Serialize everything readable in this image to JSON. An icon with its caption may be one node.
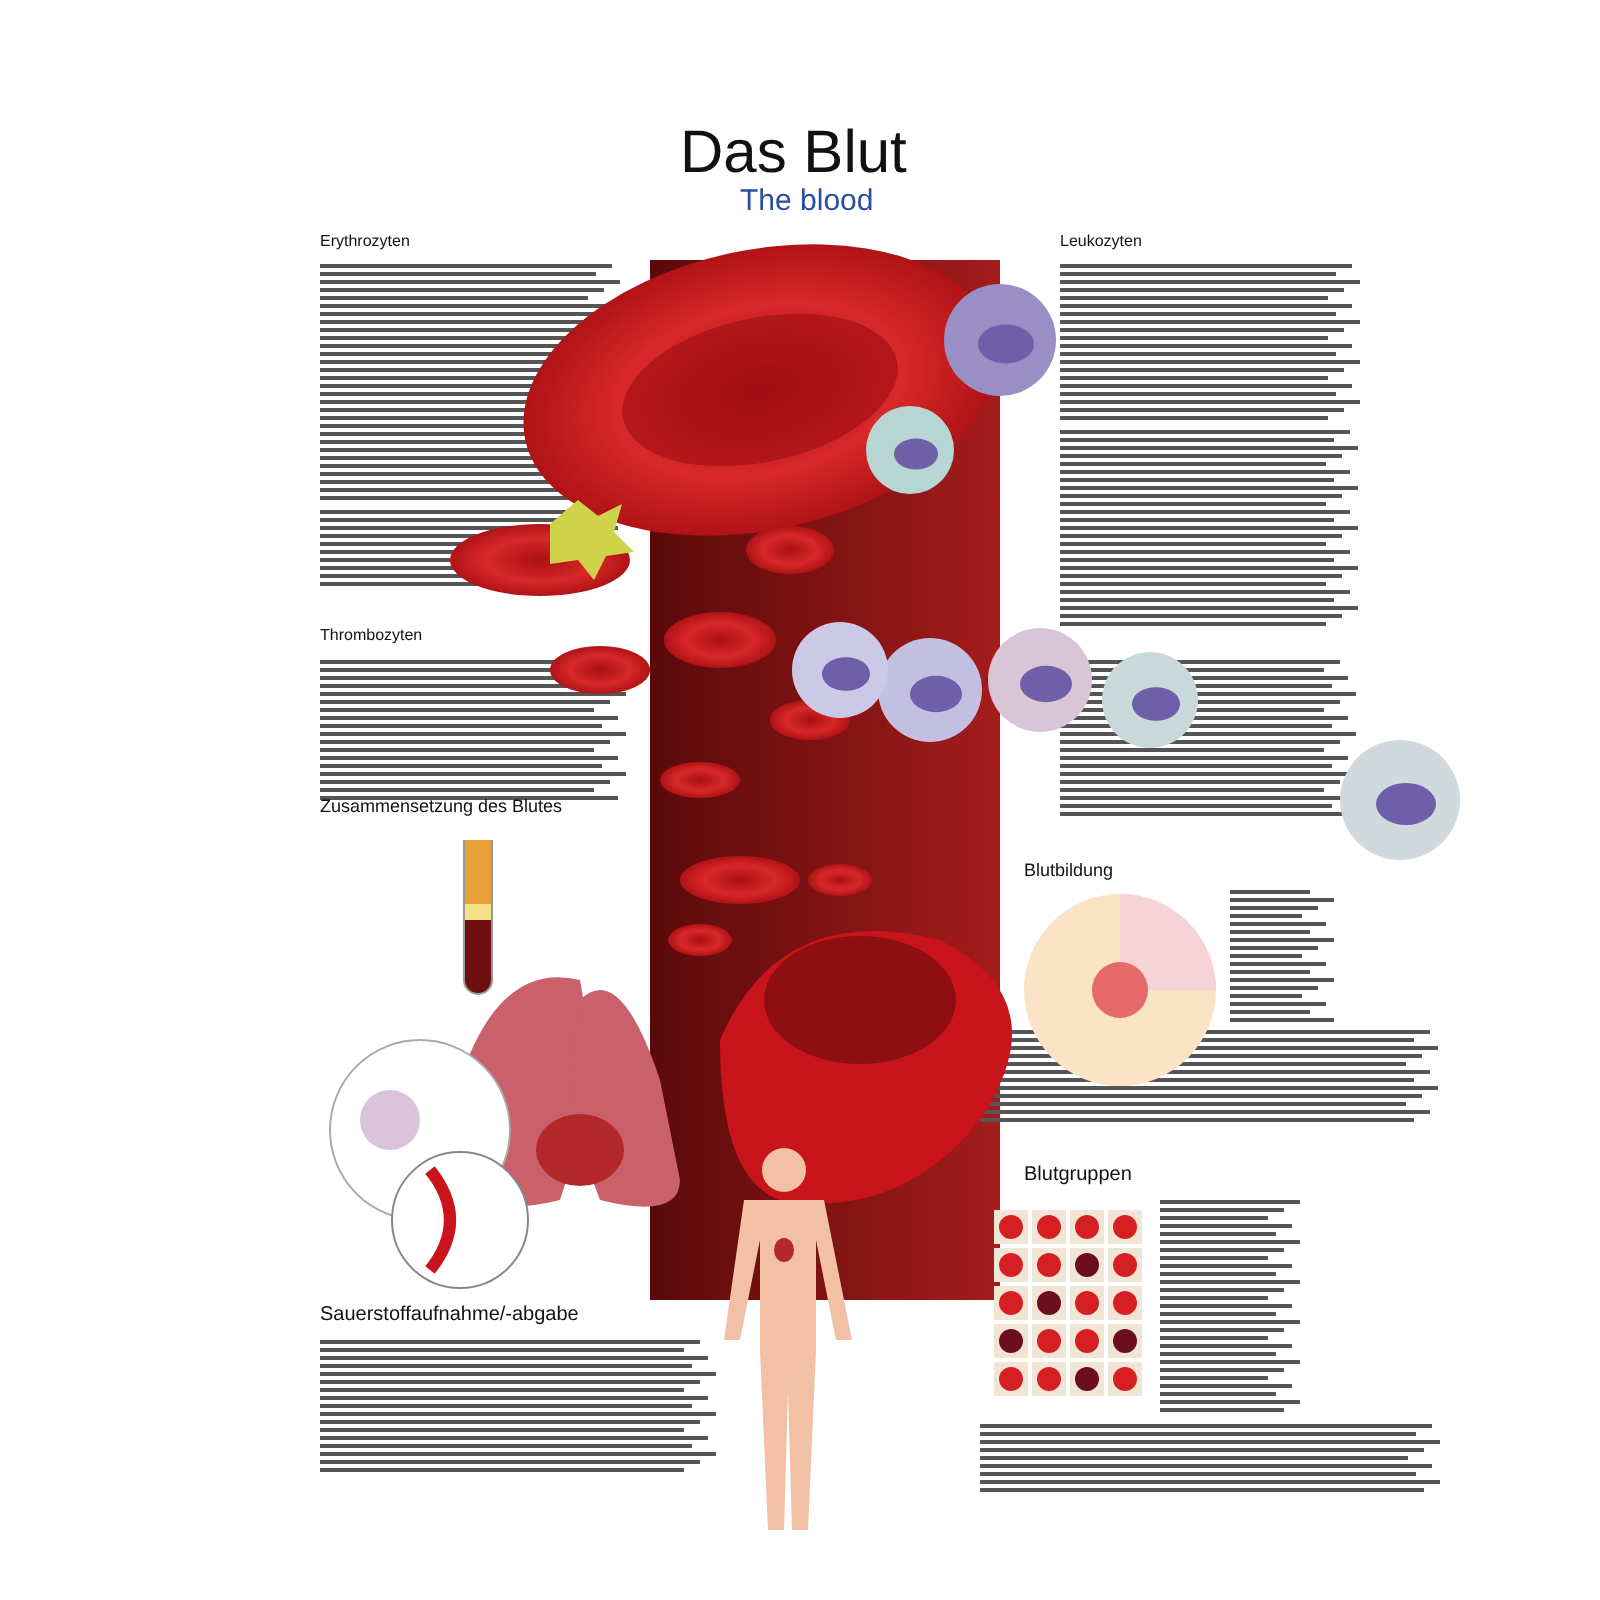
{
  "diagram": {
    "title": "Das Blut",
    "labels": [
      "The blood",
      "Erythrozyten",
      "Leukozyten",
      "Thrombozyten",
      "Zusammensetzung des Blutes",
      "Blutbildung",
      "Blutgruppen",
      "Sauerstoffaufnahme/-abgabe"
    ]
  }
}
